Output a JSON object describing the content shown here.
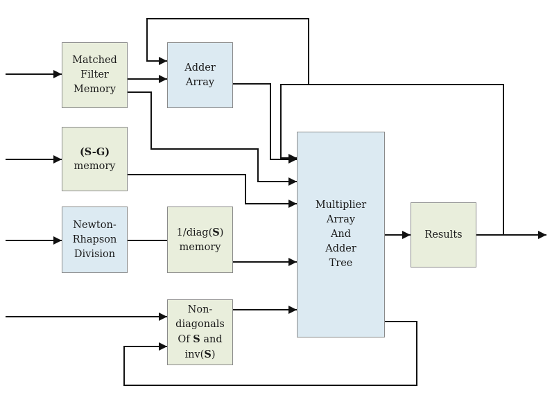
{
  "colors": {
    "memory_block_fill": "#e9eedc",
    "compute_block_fill": "#dceaf2",
    "block_border": "#8a8a8a",
    "wire": "#111111"
  },
  "blocks": {
    "matched_filter": {
      "lines": [
        "Matched",
        "Filter",
        "Memory"
      ],
      "fill": "memory_block_fill"
    },
    "adder_array": {
      "lines": [
        "Adder",
        "Array"
      ],
      "fill": "compute_block_fill"
    },
    "sg_memory": {
      "lines": [
        "(S-G)",
        "memory"
      ],
      "fill": "memory_block_fill"
    },
    "newton_raphson": {
      "lines": [
        "Newton-",
        "Rhapson",
        "Division"
      ],
      "fill": "compute_block_fill"
    },
    "inv_diag_memory": {
      "line1_prefix": "1/diag(",
      "line1_bold": "S",
      "line1_suffix": ")",
      "line2": "memory",
      "fill": "memory_block_fill"
    },
    "nondiagonals": {
      "line1": "Non-",
      "line2": "diagonals",
      "line3_prefix": "Of ",
      "line3_bold": "S",
      "line3_suffix": " and",
      "line4_prefix": "inv(",
      "line4_bold": "S",
      "line4_suffix": ")",
      "fill": "memory_block_fill"
    },
    "multiplier": {
      "lines": [
        "Multiplier",
        "Array",
        "And",
        "Adder",
        "Tree"
      ],
      "fill": "compute_block_fill"
    },
    "results": {
      "lines": [
        "Results"
      ],
      "fill": "memory_block_fill"
    }
  }
}
